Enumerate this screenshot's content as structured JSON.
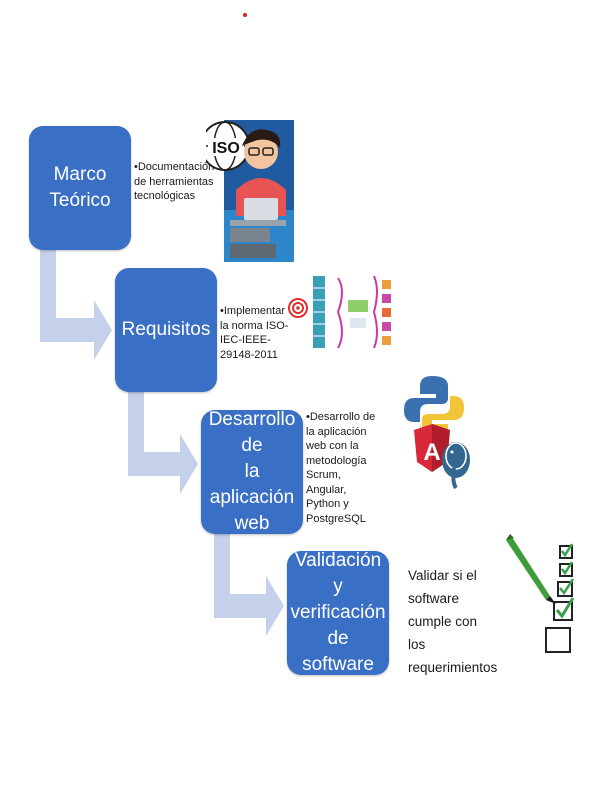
{
  "colors": {
    "box": "#3a6fc6",
    "arrow": "#c5d0ea"
  },
  "steps": [
    {
      "title": "Marco\nTeórico",
      "note": "•Documentación de herramientas tecnológicas",
      "image_icon": "iso-developer-icon"
    },
    {
      "title": "Requisitos",
      "note": "•Implementar la norma ISO-IEC-IEEE-29148-2011",
      "image_icon": "requirements-process-icon"
    },
    {
      "title": "Desarrollo de\nla aplicación\nweb",
      "note": "•Desarrollo de la aplicación web con la metodología Scrum, Angular, Python y PostgreSQL",
      "image_icon": "tech-logos-icon"
    },
    {
      "title": "Validación y\nverificación\nde software",
      "note": "Validar si el software cumple con los requerimientos",
      "image_icon": "checklist-icon"
    }
  ],
  "iso_label": "ISO"
}
